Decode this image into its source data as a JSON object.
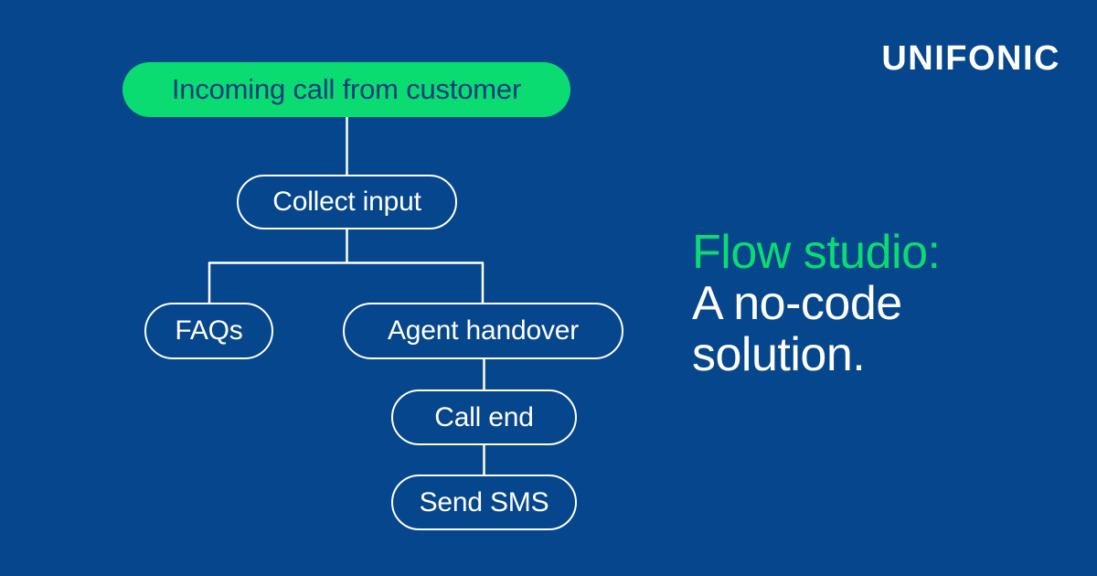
{
  "brand": {
    "name": "UNIFONIC"
  },
  "headline": {
    "lines": [
      {
        "text": "Flow studio:",
        "style": "accent"
      },
      {
        "text": "A no-code",
        "style": "plain"
      },
      {
        "text": "solution.",
        "style": "plain"
      }
    ]
  },
  "colors": {
    "background": "#06468c",
    "accent_green": "#0bdc72",
    "text_white": "#ffffff",
    "start_node_text": "#0a3c7d"
  },
  "flow": {
    "nodes": [
      {
        "id": "incoming-call",
        "label": "Incoming call from customer",
        "type": "start"
      },
      {
        "id": "collect-input",
        "label": "Collect input",
        "type": "step"
      },
      {
        "id": "faqs",
        "label": "FAQs",
        "type": "step"
      },
      {
        "id": "agent-handover",
        "label": "Agent handover",
        "type": "step"
      },
      {
        "id": "call-end",
        "label": "Call end",
        "type": "step"
      },
      {
        "id": "send-sms",
        "label": "Send SMS",
        "type": "step"
      }
    ],
    "edges": [
      {
        "from": "incoming-call",
        "to": "collect-input"
      },
      {
        "from": "collect-input",
        "to": "faqs"
      },
      {
        "from": "collect-input",
        "to": "agent-handover"
      },
      {
        "from": "agent-handover",
        "to": "call-end"
      },
      {
        "from": "call-end",
        "to": "send-sms"
      }
    ]
  }
}
